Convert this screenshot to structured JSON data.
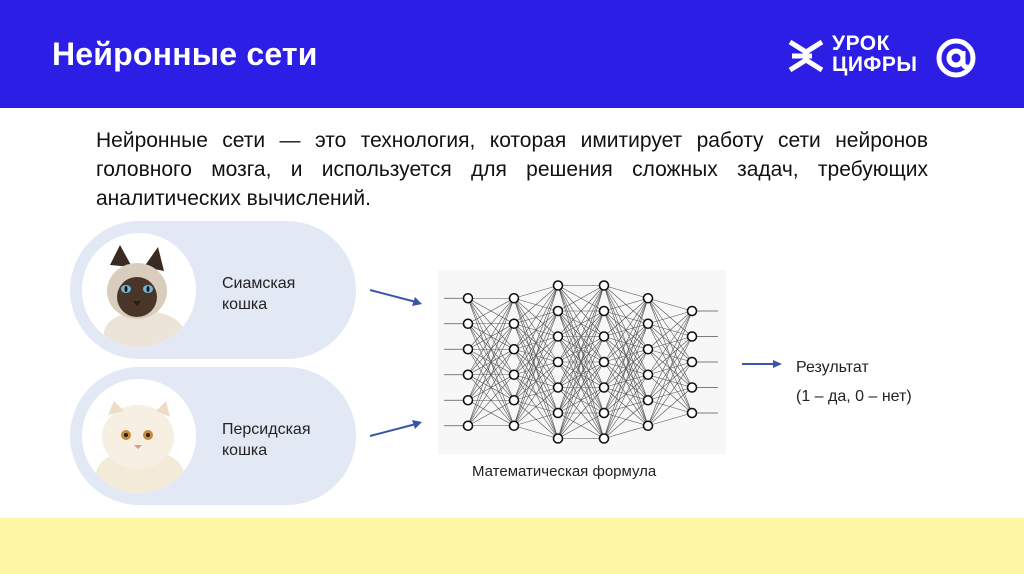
{
  "header": {
    "title": "Нейронные сети",
    "logo_line1": "УРОК",
    "logo_line2": "ЦИФРЫ",
    "bg_color": "#2d1ee6"
  },
  "intro_text": "Нейронные сети — это технология, которая имитирует работу сети нейронов головного мозга, и используется для решения сложных задач, требующих аналитических вычислений.",
  "inputs": [
    {
      "line1": "Сиамская",
      "line2": "кошка",
      "image": "siamese-cat"
    },
    {
      "line1": "Персидская",
      "line2": "кошка",
      "image": "persian-cat"
    }
  ],
  "network": {
    "caption": "Математическая формула",
    "layers": [
      6,
      6,
      7,
      7,
      6,
      5
    ]
  },
  "output": {
    "line1": "Результат",
    "line2": "(1 – да, 0 – нет)"
  },
  "colors": {
    "pill": "#e3e8f5",
    "arrow": "#3a56a8",
    "footer": "#fdf7a6"
  }
}
